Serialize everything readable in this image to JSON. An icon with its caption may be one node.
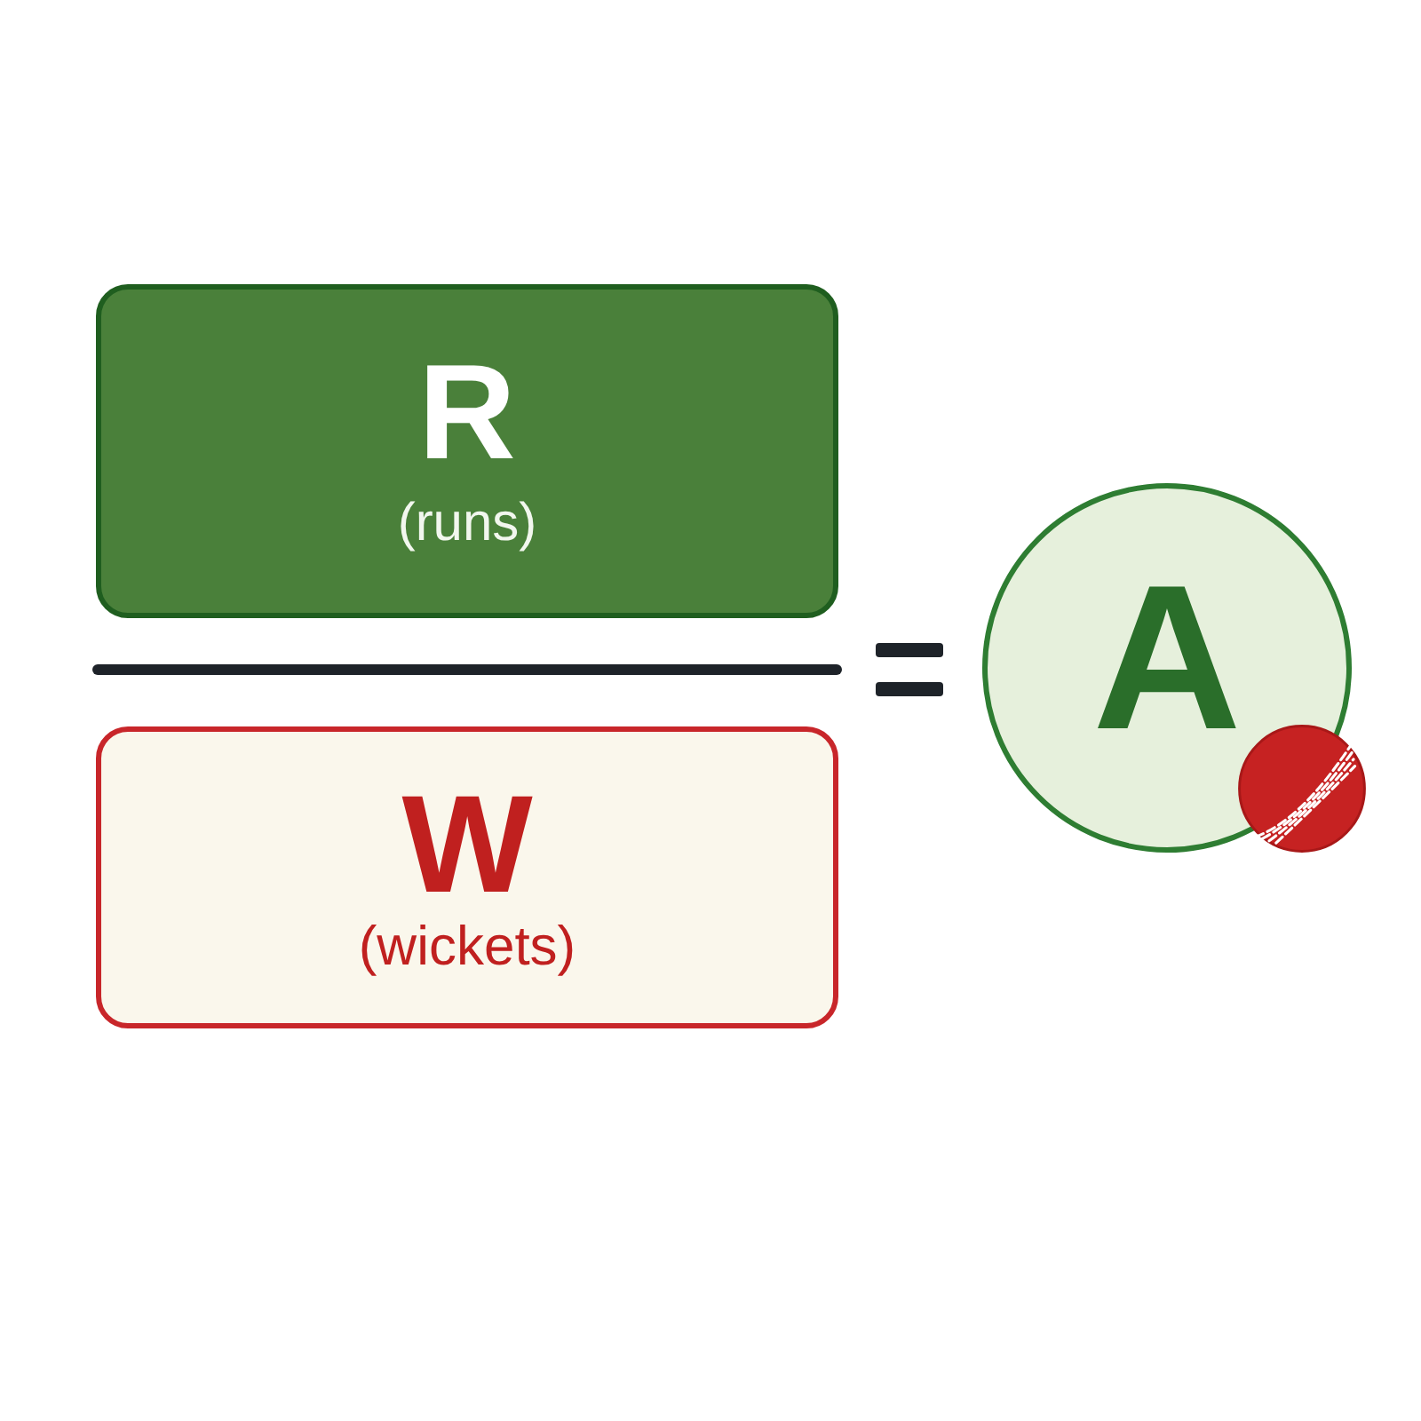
{
  "diagram": {
    "nodes": [
      {
        "text": [
          "R",
          "(runs)"
        ]
      },
      {
        "text": [
          "W",
          "(wickets)"
        ]
      },
      {
        "text": [
          "A"
        ]
      }
    ]
  }
}
